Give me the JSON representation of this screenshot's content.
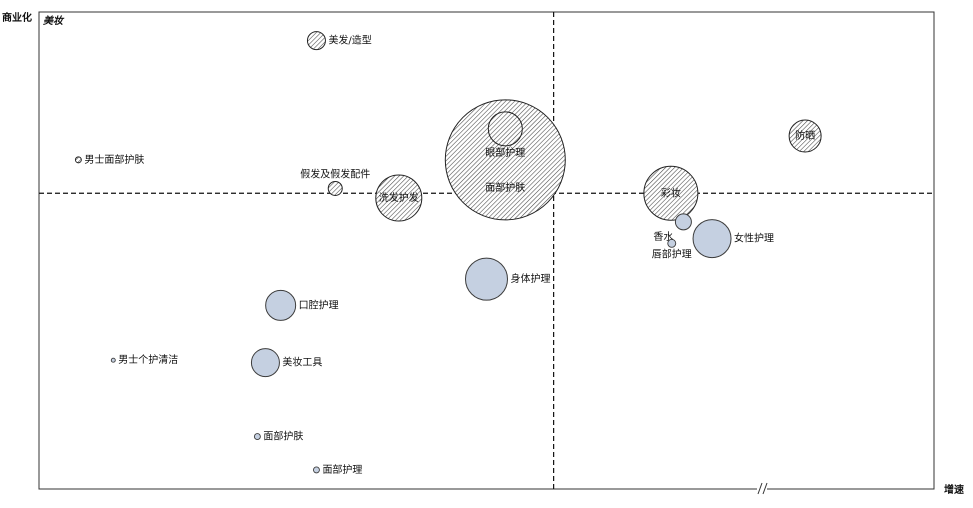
{
  "chart_data": {
    "type": "scatter",
    "subtype": "bubble",
    "panel_title": "美妆",
    "xlabel": "增速",
    "ylabel": "商业化",
    "x_axis_break": true,
    "quadrant_lines": "dashed",
    "grid": false,
    "legend": "none",
    "colors": {
      "solid": "#c5d0e1",
      "solid_stroke": "#3c3c3c",
      "hatched_fill": "#ffffff",
      "hatch_line": "#444444",
      "axis": "#333333"
    },
    "points": [
      {
        "label": "美发/造型",
        "x": 0.31,
        "y": 0.94,
        "size": 9,
        "style": "hatched",
        "label_pos": "right"
      },
      {
        "label": "男士面部护肤",
        "x": 0.044,
        "y": 0.69,
        "size": 3,
        "style": "hatched",
        "label_pos": "right"
      },
      {
        "label": "假发及假发配件",
        "x": 0.331,
        "y": 0.63,
        "size": 7,
        "style": "hatched",
        "label_pos": "above"
      },
      {
        "label": "洗发护发",
        "x": 0.402,
        "y": 0.61,
        "size": 23,
        "style": "hatched",
        "label_pos": "center"
      },
      {
        "label": "面部护肤",
        "x": 0.521,
        "y": 0.69,
        "size": 60,
        "style": "hatched",
        "label_pos": "inner-bottom"
      },
      {
        "label": "眼部护理",
        "x": 0.521,
        "y": 0.755,
        "size": 17,
        "style": "hatched",
        "label_pos": "below"
      },
      {
        "label": "防晒",
        "x": 0.856,
        "y": 0.74,
        "size": 16,
        "style": "hatched",
        "label_pos": "center"
      },
      {
        "label": "彩妆",
        "x": 0.706,
        "y": 0.62,
        "size": 27,
        "style": "hatched",
        "label_pos": "center"
      },
      {
        "label": "香水",
        "x": 0.72,
        "y": 0.56,
        "size": 8,
        "style": "solid",
        "label_pos": "below-left"
      },
      {
        "label": "唇部护理",
        "x": 0.707,
        "y": 0.515,
        "size": 4,
        "style": "solid",
        "label_pos": "below"
      },
      {
        "label": "女性护理",
        "x": 0.752,
        "y": 0.525,
        "size": 19,
        "style": "solid",
        "label_pos": "right"
      },
      {
        "label": "身体护理",
        "x": 0.5,
        "y": 0.44,
        "size": 21,
        "style": "solid",
        "label_pos": "right"
      },
      {
        "label": "口腔护理",
        "x": 0.27,
        "y": 0.385,
        "size": 15,
        "style": "solid",
        "label_pos": "right"
      },
      {
        "label": "美妆工具",
        "x": 0.253,
        "y": 0.265,
        "size": 14,
        "style": "solid",
        "label_pos": "right"
      },
      {
        "label": "男士个护清洁",
        "x": 0.083,
        "y": 0.27,
        "size": 2,
        "style": "solid",
        "label_pos": "right"
      },
      {
        "label": "面部护肤",
        "x": 0.244,
        "y": 0.11,
        "size": 3,
        "style": "solid",
        "label_pos": "right"
      },
      {
        "label": "面部护理",
        "x": 0.31,
        "y": 0.04,
        "size": 3,
        "style": "solid",
        "label_pos": "right"
      }
    ],
    "xlim": [
      0,
      1
    ],
    "ylim": [
      0,
      1
    ],
    "x_divider": 0.575,
    "y_divider": 0.62
  }
}
